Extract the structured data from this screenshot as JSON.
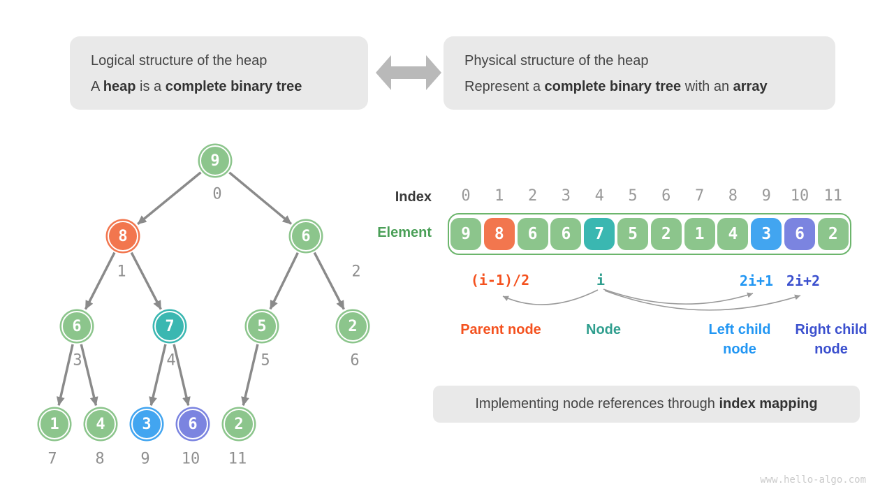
{
  "colors": {
    "green": "#8cc58c",
    "orange": "#f2764e",
    "teal": "#3ab7b1",
    "blue": "#42a5f0",
    "purple": "#7b84e0",
    "text_orange": "#f4511e",
    "text_teal": "#2f9e8e",
    "text_blue": "#2196f3",
    "text_indigo": "#3b50ce",
    "element_green": "#4a9f57",
    "array_border_green": "#6cb56c",
    "edge_gray": "#8a8a8a",
    "big_arrow_gray": "#b9b9b9"
  },
  "boxes": {
    "left": {
      "line1": "Logical structure of the heap",
      "line2": [
        {
          "t": "A "
        },
        {
          "t": "heap",
          "b": true
        },
        {
          "t": " is a "
        },
        {
          "t": "complete binary tree",
          "b": true
        }
      ]
    },
    "right": {
      "line1": "Physical structure of the heap",
      "line2": [
        {
          "t": "Represent a "
        },
        {
          "t": "complete binary tree",
          "b": true
        },
        {
          "t": " with an "
        },
        {
          "t": "array",
          "b": true
        }
      ]
    },
    "bottom": [
      {
        "t": "Implementing node references through "
      },
      {
        "t": "index mapping",
        "b": true
      }
    ]
  },
  "tree": {
    "nodes": [
      {
        "value": "9",
        "index": "0",
        "color": "green"
      },
      {
        "value": "8",
        "index": "1",
        "color": "orange"
      },
      {
        "value": "6",
        "index": "2",
        "color": "green"
      },
      {
        "value": "6",
        "index": "3",
        "color": "green"
      },
      {
        "value": "7",
        "index": "4",
        "color": "teal"
      },
      {
        "value": "5",
        "index": "5",
        "color": "green"
      },
      {
        "value": "2",
        "index": "6",
        "color": "green"
      },
      {
        "value": "1",
        "index": "7",
        "color": "green"
      },
      {
        "value": "4",
        "index": "8",
        "color": "green"
      },
      {
        "value": "3",
        "index": "9",
        "color": "blue"
      },
      {
        "value": "6",
        "index": "10",
        "color": "purple"
      },
      {
        "value": "2",
        "index": "11",
        "color": "green"
      }
    ]
  },
  "array": {
    "index_label": "Index",
    "element_label": "Element",
    "indices": [
      "0",
      "1",
      "2",
      "3",
      "4",
      "5",
      "6",
      "7",
      "8",
      "9",
      "10",
      "11"
    ],
    "elements": [
      {
        "value": "9",
        "color": "green"
      },
      {
        "value": "8",
        "color": "orange"
      },
      {
        "value": "6",
        "color": "green"
      },
      {
        "value": "6",
        "color": "green"
      },
      {
        "value": "7",
        "color": "teal"
      },
      {
        "value": "5",
        "color": "green"
      },
      {
        "value": "2",
        "color": "green"
      },
      {
        "value": "1",
        "color": "green"
      },
      {
        "value": "4",
        "color": "green"
      },
      {
        "value": "3",
        "color": "blue"
      },
      {
        "value": "6",
        "color": "purple"
      },
      {
        "value": "2",
        "color": "green"
      }
    ]
  },
  "formulas": [
    {
      "text": "(i-1)/2",
      "color": "text_orange"
    },
    {
      "text": "i",
      "color": "text_teal"
    },
    {
      "text": "2i+1",
      "color": "text_blue"
    },
    {
      "text": "2i+2",
      "color": "text_indigo"
    }
  ],
  "legend": [
    {
      "text": "Parent node",
      "color": "text_orange"
    },
    {
      "text": "Node",
      "color": "text_teal"
    },
    {
      "text": "Left child node",
      "color": "text_blue"
    },
    {
      "text": "Right child node",
      "color": "text_indigo"
    }
  ],
  "watermark": "www.hello-algo.com"
}
